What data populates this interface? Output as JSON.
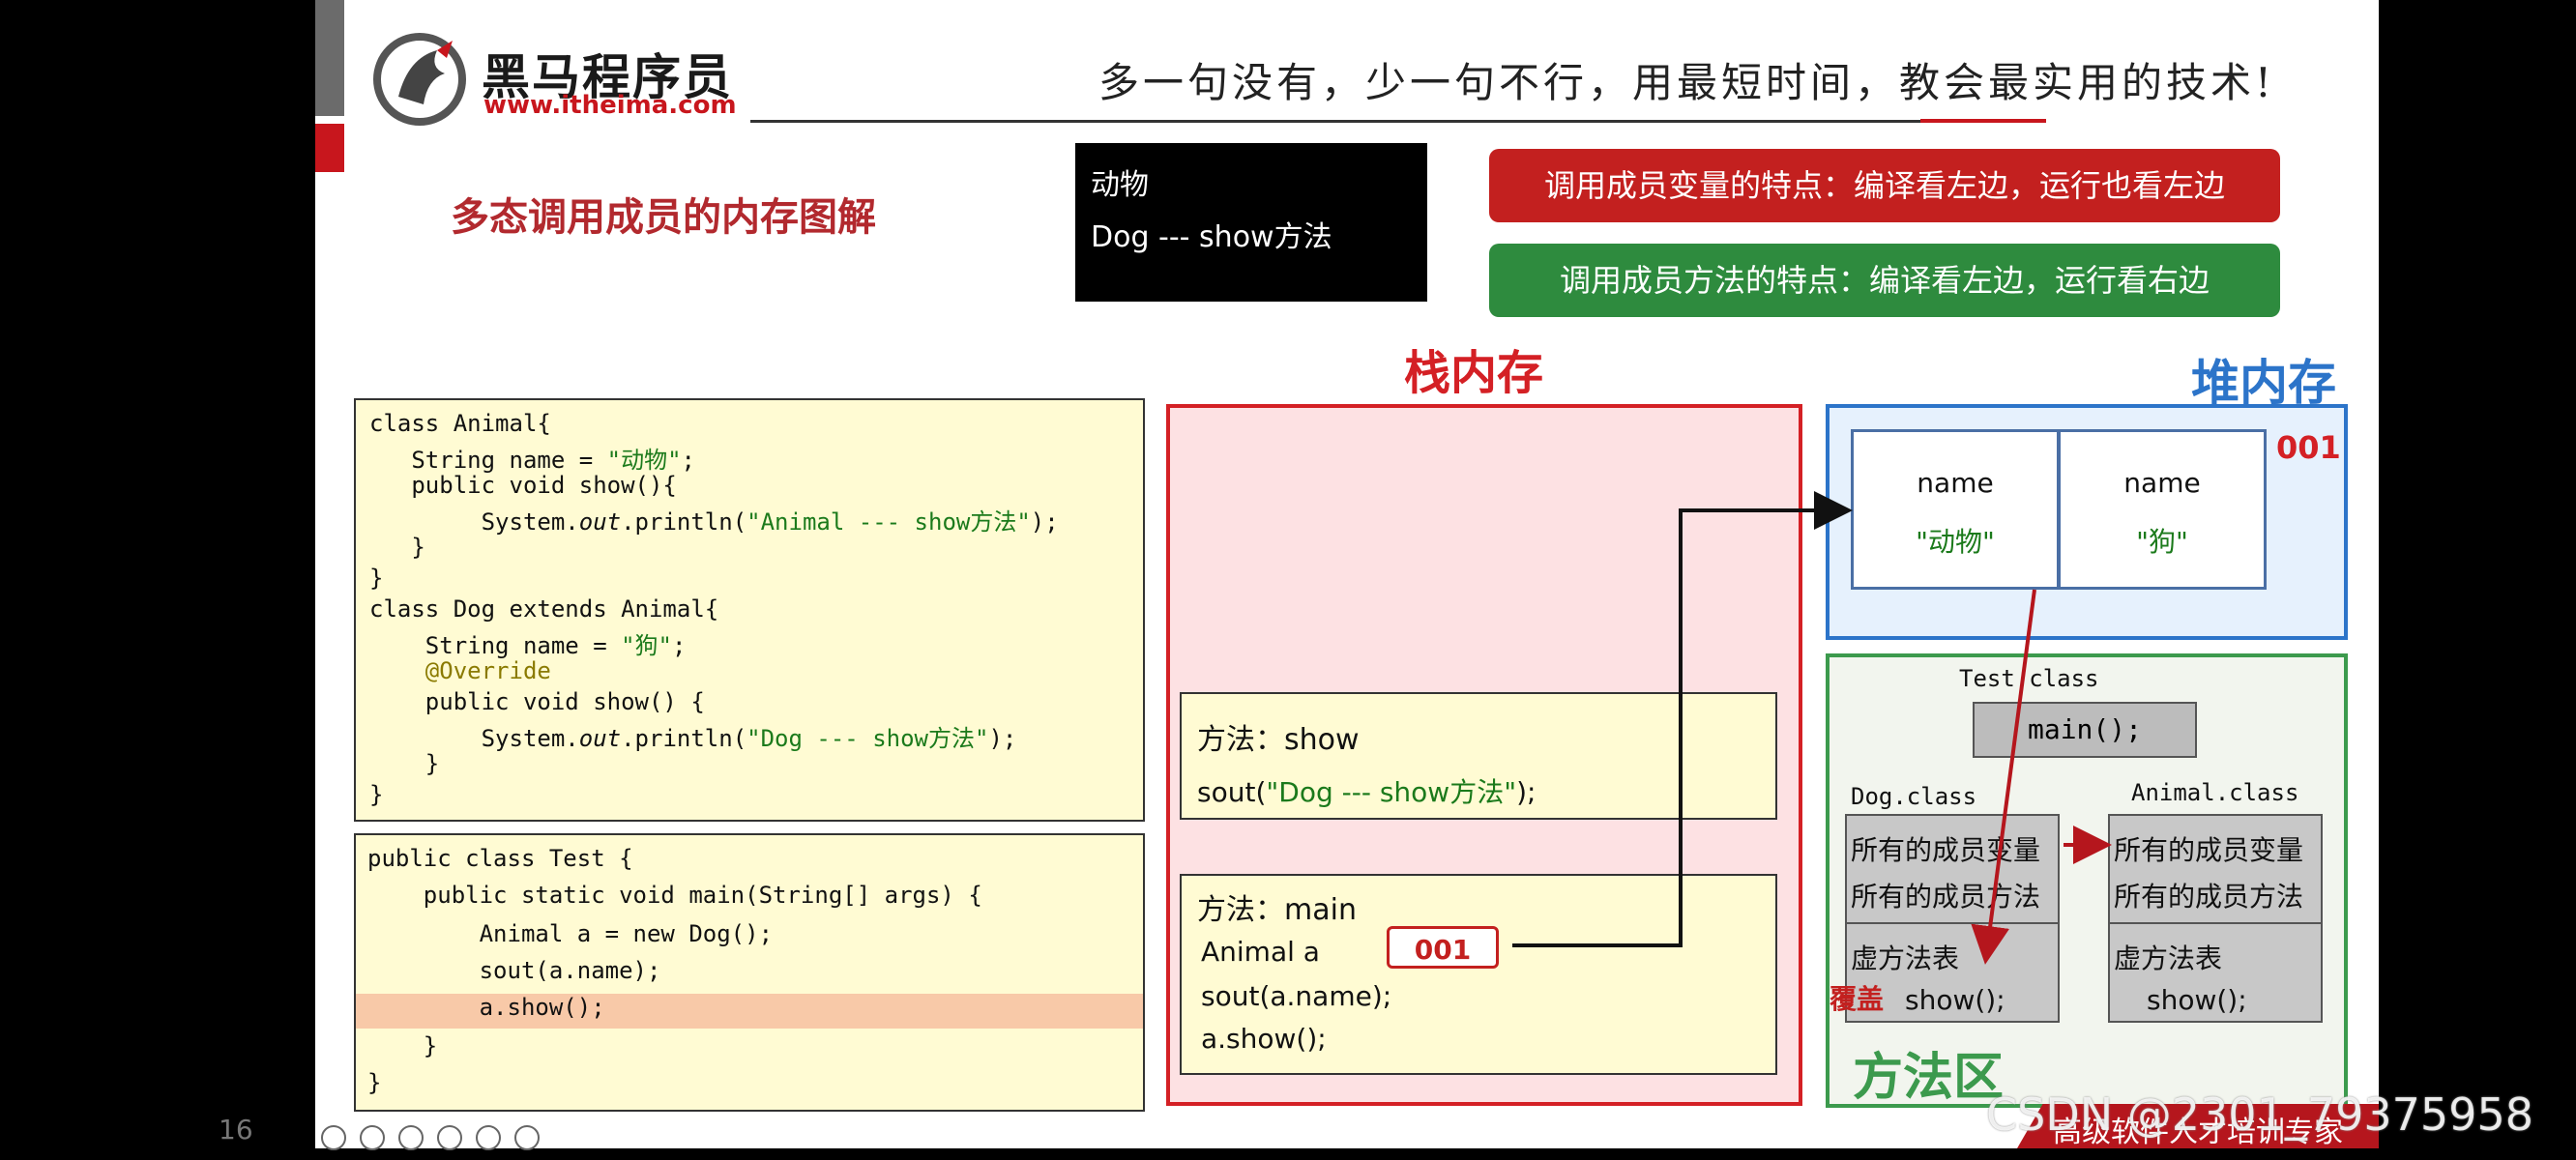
{
  "header": {
    "logo_name": "黑马程序员",
    "logo_url": "www.itheima.com",
    "slogan": "多一句没有，少一句不行，用最短时间，教会最实用的技术!"
  },
  "slide_title": "多态调用成员的内存图解",
  "output": [
    "动物",
    "Dog --- show方法"
  ],
  "banners": {
    "fields": "调用成员变量的特点：编译看左边，运行也看左边",
    "methods": "调用成员方法的特点：编译看左边，运行看右边"
  },
  "code_animal": {
    "l1": "class Animal{",
    "l2a": "   String name = ",
    "l2b": "\"动物\"",
    "l2c": ";",
    "l3": "   public void show(){",
    "l4a": "        System.",
    "l4b": "out",
    "l4c": ".println(",
    "l4d": "\"Animal --- show方法\"",
    "l4e": ");",
    "l5": "   }",
    "l6": "}",
    "l7": "class Dog extends Animal{",
    "l8a": "    String name = ",
    "l8b": "\"狗\"",
    "l8c": ";",
    "l9": "    @Override",
    "l10": "    public void show() {",
    "l11a": "        System.",
    "l11b": "out",
    "l11c": ".println(",
    "l11d": "\"Dog --- show方法\"",
    "l11e": ");",
    "l12": "    }",
    "l13": "}"
  },
  "code_test": {
    "l1": "public class Test {",
    "l2": "    public static void main(String[] args) {",
    "l3": "        Animal a = new Dog();",
    "l4": "        sout(a.name);",
    "l5": "        a.show();",
    "l6": "    }",
    "l7": "}"
  },
  "stack": {
    "title": "栈内存",
    "frame_show": {
      "label": "方法：show",
      "line_a": "sout(",
      "line_b": "\"Dog --- show方法\"",
      "line_c": ");"
    },
    "frame_main": {
      "label": "方法：main",
      "var": "Animal a",
      "addr": "001",
      "l2": "sout(a.name);",
      "l3": "a.show();"
    }
  },
  "heap": {
    "title": "堆内存",
    "addr": "001",
    "cells": [
      {
        "name": "name",
        "value": "\"动物\""
      },
      {
        "name": "name",
        "value": "\"狗\""
      }
    ]
  },
  "method_area": {
    "title": "方法区",
    "test_class": "Test.class",
    "main": "main();",
    "dog_class": {
      "label": "Dog.class",
      "l1": "所有的成员变量",
      "l2": "所有的成员方法",
      "l3": "虚方法表",
      "l4": "show();"
    },
    "animal_class": {
      "label": "Animal.class",
      "l1": "所有的成员变量",
      "l2": "所有的成员方法",
      "l3": "虚方法表",
      "l4": "show();"
    },
    "override": "覆盖"
  },
  "footer": {
    "slogan": "高级软件人才培训专家",
    "watermark": "CSDN @2301_79375958",
    "page": "16"
  },
  "colors": {
    "red": "#c3201f",
    "green": "#2e8b3e",
    "blue": "#2c74c9",
    "code_bg": "#fffbd3"
  }
}
